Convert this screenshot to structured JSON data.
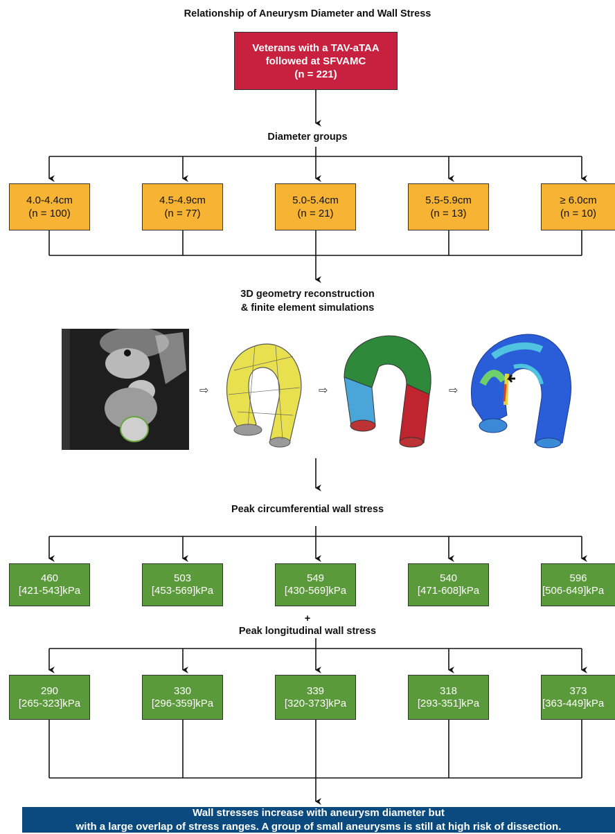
{
  "title": "Relationship of Aneurysm Diameter and Wall Stress",
  "cohort": {
    "line1": "Veterans with a TAV-aTAA",
    "line2": "followed at SFVAMC",
    "line3": "(n = 221)"
  },
  "diameter_heading": "Diameter groups",
  "diameter_groups": [
    {
      "range": "4.0-4.4cm",
      "n": "(n = 100)"
    },
    {
      "range": "4.5-4.9cm",
      "n": "(n = 77)"
    },
    {
      "range": "5.0-5.4cm",
      "n": "(n = 21)"
    },
    {
      "range": "5.5-5.9cm",
      "n": "(n = 13)"
    },
    {
      "range": "≥ 6.0cm",
      "n": "(n = 10)"
    }
  ],
  "reconstruction_heading": {
    "line1": "3D geometry reconstruction",
    "line2": "& finite element simulations"
  },
  "circ_heading": "Peak circumferential wall stress",
  "circ_stress": [
    {
      "value": "460",
      "range": "[421-543]kPa"
    },
    {
      "value": "503",
      "range": "[453-569]kPa"
    },
    {
      "value": "549",
      "range": "[430-569]kPa"
    },
    {
      "value": "540",
      "range": "[471-608]kPa"
    },
    {
      "value": "596",
      "range": "[506-649]kPa"
    }
  ],
  "plus": "+",
  "long_heading": "Peak longitudinal wall stress",
  "long_stress": [
    {
      "value": "290",
      "range": "[265-323]kPa"
    },
    {
      "value": "330",
      "range": "[296-359]kPa"
    },
    {
      "value": "339",
      "range": "[320-373]kPa"
    },
    {
      "value": "318",
      "range": "[293-351]kPa"
    },
    {
      "value": "373",
      "range": "[363-449]kPa"
    }
  ],
  "conclusion": {
    "line1": "Wall stresses increase with aneurysm diameter but",
    "line2": "with a large overlap of stress ranges. A group of small aneurysms is still at high risk of dissection."
  },
  "colors": {
    "cohort": "#c8203f",
    "diameter": "#f6b334",
    "stress": "#5a9a3a",
    "conclusion": "#0b4a7e"
  }
}
